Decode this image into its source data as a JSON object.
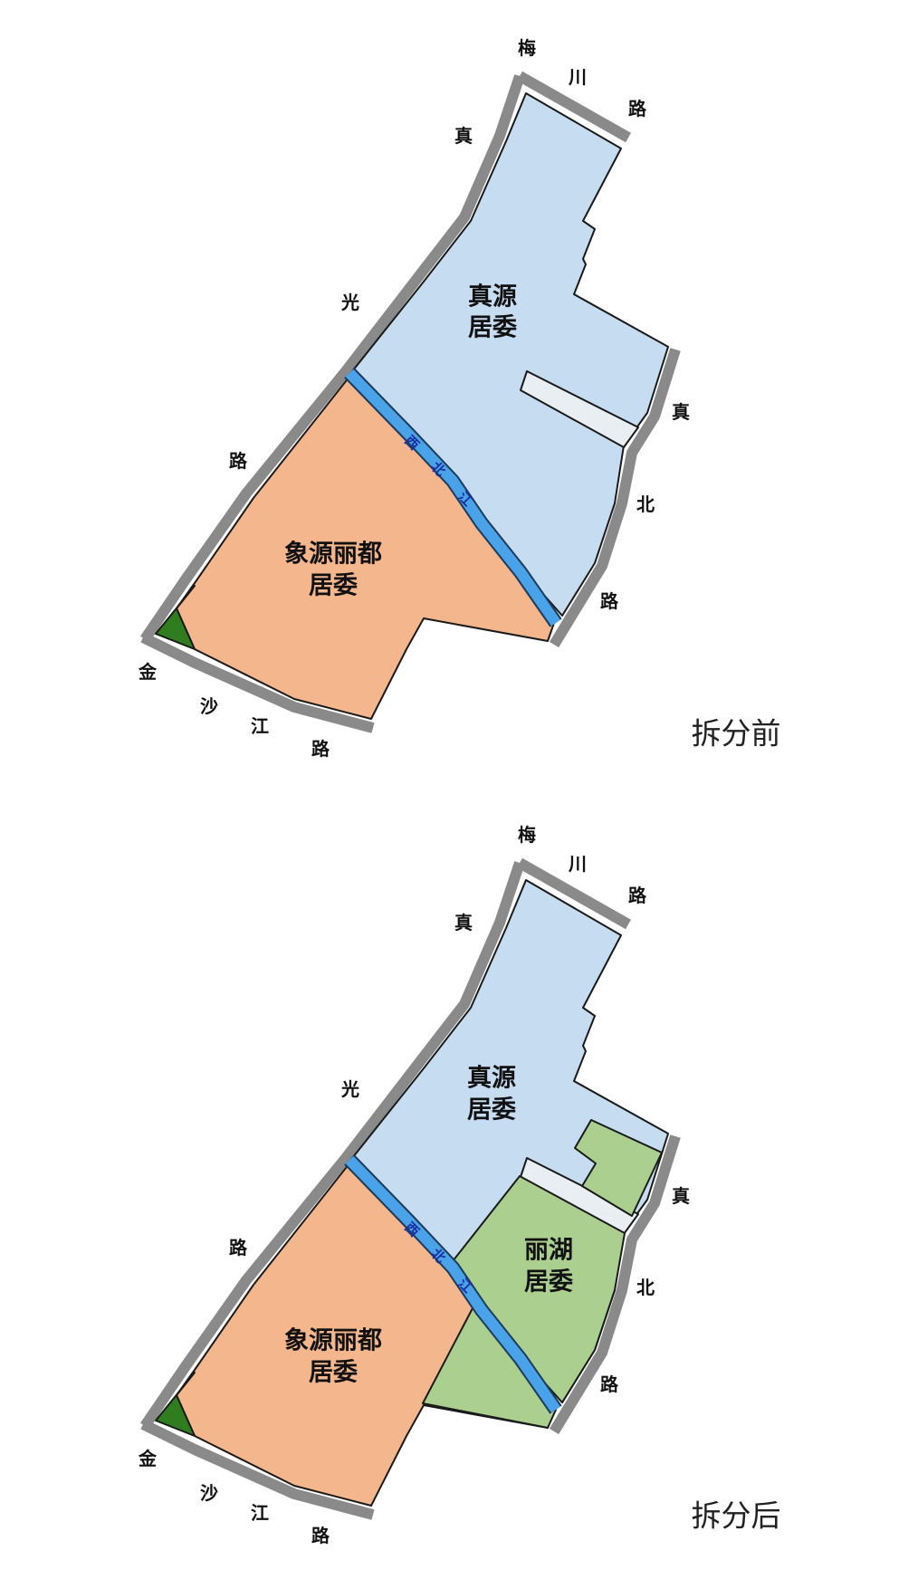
{
  "colors": {
    "zhenyuan": "#c6ddf1",
    "xiangyuan_lidu": "#f4b68c",
    "lihu": "#aacf8e",
    "green_corner": "#2f7d1f",
    "road": "#8a8a8a",
    "river": "#4aa3e8",
    "strip": "#e9eef3"
  },
  "roads": {
    "meichuan": [
      "梅",
      "川",
      "路"
    ],
    "zhenguang": [
      "真",
      "光",
      "路"
    ],
    "jinshajiang": [
      "金",
      "沙",
      "江",
      "路"
    ],
    "zhenbei": [
      "真",
      "北",
      "路"
    ]
  },
  "river": {
    "chars": [
      "西",
      "北",
      "江"
    ]
  },
  "maps": [
    {
      "caption": "拆分前",
      "regions": {
        "zhenyuan": [
          "真源",
          "居委"
        ],
        "xiangyuan_lidu": [
          "象源丽都",
          "居委"
        ]
      }
    },
    {
      "caption": "拆分后",
      "regions": {
        "zhenyuan": [
          "真源",
          "居委"
        ],
        "xiangyuan_lidu": [
          "象源丽都",
          "居委"
        ],
        "lihu": [
          "丽湖",
          "居委"
        ]
      }
    }
  ]
}
